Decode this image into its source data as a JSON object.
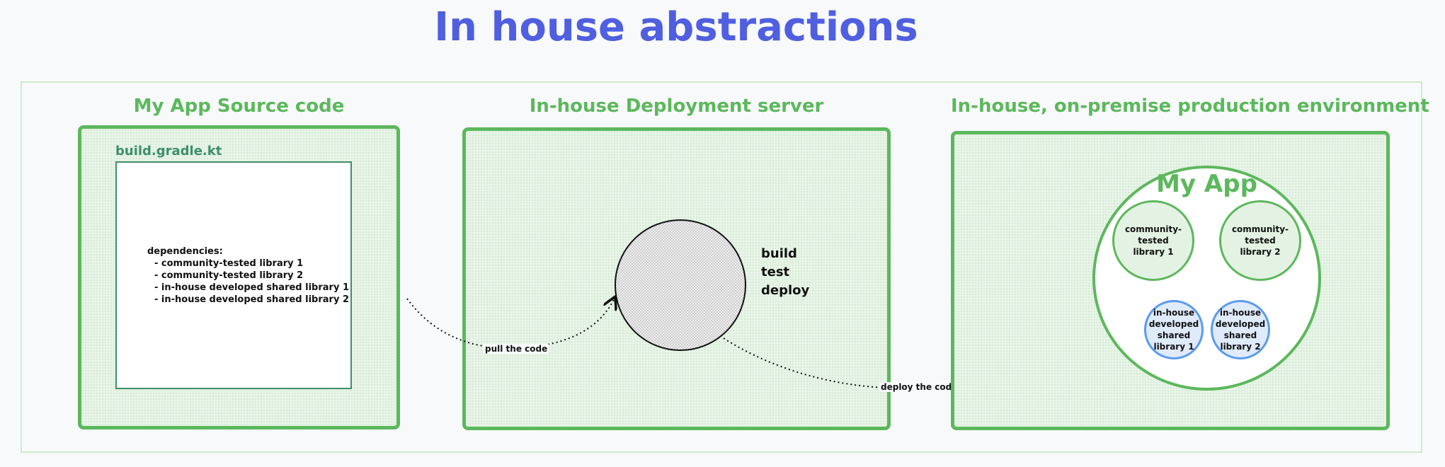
{
  "title": "In house abstractions",
  "panels": {
    "source": {
      "title": "My App Source code",
      "file_label": "build.gradle.kt",
      "deps_header": "dependencies:",
      "deps": [
        "- community-tested library 1",
        "- community-tested library 2",
        "- in-house developed shared library 1",
        "- in-house developed shared library 2"
      ]
    },
    "deployment": {
      "title": "In-house Deployment server",
      "steps": [
        "build",
        "test",
        "deploy"
      ]
    },
    "production": {
      "title": "In-house, on-premise production environment",
      "app_title": "My App",
      "libraries": [
        {
          "label": "community-tested library 1",
          "kind": "community"
        },
        {
          "label": "community-tested library 2",
          "kind": "community"
        },
        {
          "label": "in-house developed shared library 1",
          "kind": "in-house"
        },
        {
          "label": "in-house developed shared library 2",
          "kind": "in-house"
        }
      ]
    }
  },
  "arrows": {
    "pull": "pull the code",
    "deploy": "deploy the code"
  },
  "colors": {
    "title": "#4f5fe0",
    "panel_border": "#5cb85c",
    "panel_fill": "#e7f4e7",
    "file_border": "#3d8f6b",
    "inhouse_border": "#5b9bef",
    "inhouse_fill": "#dfeafb"
  }
}
